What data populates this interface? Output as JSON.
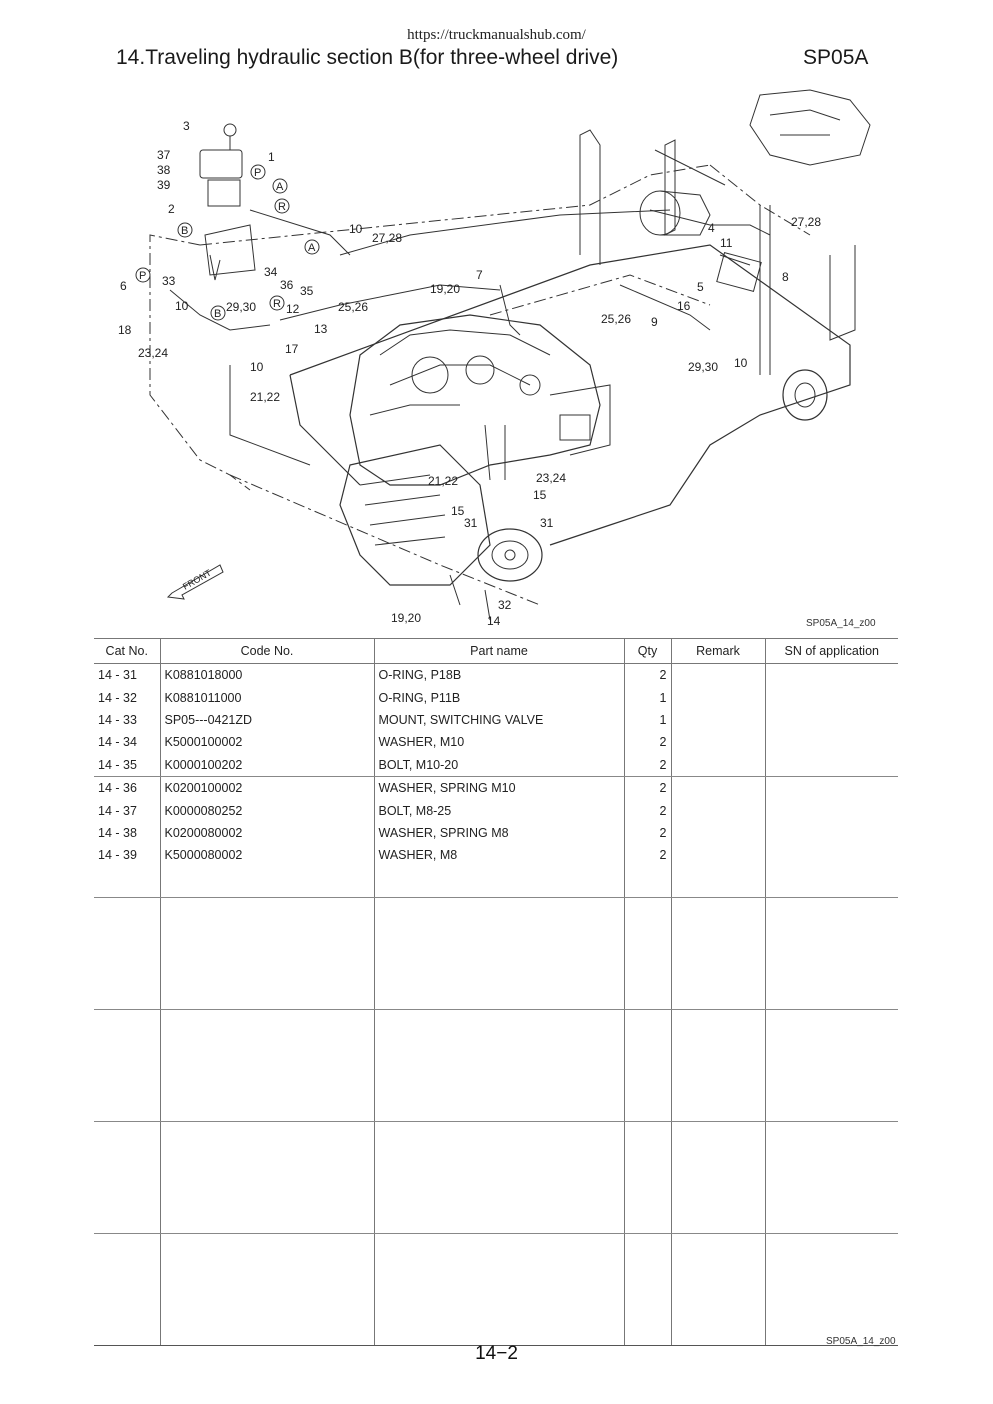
{
  "header": {
    "url": "https://truckmanualshub.com/",
    "title": "14.Traveling hydraulic section B(for three-wheel drive)",
    "model": "SP05A"
  },
  "diagram": {
    "figure_ref": "SP05A_14_z00",
    "callouts": [
      "3",
      "37",
      "38",
      "39",
      "1",
      "P",
      "A",
      "R",
      "2",
      "B",
      "10",
      "27,28",
      "A",
      "34",
      "36",
      "35",
      "33",
      "6",
      "P",
      "10",
      "B",
      "29,30",
      "R",
      "12",
      "25,26",
      "13",
      "18",
      "23,24",
      "17",
      "10",
      "21,22",
      "19,20",
      "7",
      "4",
      "11",
      "27,28",
      "8",
      "5",
      "16",
      "9",
      "25,26",
      "29,30",
      "10",
      "21,22",
      "23,24",
      "15",
      "15",
      "31",
      "31",
      "32",
      "19,20",
      "14"
    ],
    "front_label": "FRONT"
  },
  "table": {
    "headers": [
      "Cat No.",
      "Code No.",
      "Part name",
      "Qty",
      "Remark",
      "SN of application"
    ],
    "rows": [
      {
        "cat": "14   - 31",
        "code": "K0881018000",
        "name": "O-RING, P18B",
        "qty": "2"
      },
      {
        "cat": "14   - 32",
        "code": "K0881011000",
        "name": "O-RING, P11B",
        "qty": "1"
      },
      {
        "cat": "14   - 33",
        "code": "SP05---0421ZD",
        "name": "MOUNT, SWITCHING VALVE",
        "qty": "1"
      },
      {
        "cat": "14   - 34",
        "code": "K5000100002",
        "name": "WASHER, M10",
        "qty": "2"
      },
      {
        "cat": "14   - 35",
        "code": "K0000100202",
        "name": "BOLT, M10-20",
        "qty": "2"
      },
      {
        "cat": "14   - 36",
        "code": "K0200100002",
        "name": "WASHER, SPRING M10",
        "qty": "2"
      },
      {
        "cat": "14   - 37",
        "code": "K0000080252",
        "name": "BOLT, M8-25",
        "qty": "2"
      },
      {
        "cat": "14   - 38",
        "code": "K0200080002",
        "name": "WASHER, SPRING M8",
        "qty": "2"
      },
      {
        "cat": "14   - 39",
        "code": "K5000080002",
        "name": "WASHER, M8",
        "qty": "2"
      }
    ]
  },
  "footer": {
    "page": "14−2",
    "ref": "SP05A_14_z00"
  }
}
